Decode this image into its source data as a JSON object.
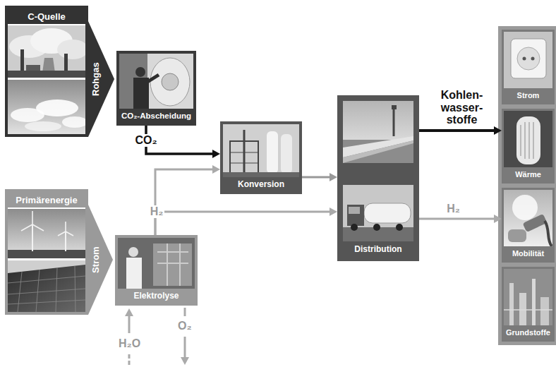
{
  "diagram": {
    "nodes": [
      {
        "text": [
          "C-Quelle"
        ]
      },
      {
        "text": [
          "CO₂-Abscheidung"
        ]
      },
      {
        "text": [
          "Konversion"
        ]
      },
      {
        "text": [
          "Distribution"
        ]
      },
      {
        "text": [
          "Primärenergie"
        ]
      },
      {
        "text": [
          "Elektrolyse"
        ]
      },
      {
        "text": [
          "Strom"
        ]
      },
      {
        "text": [
          "Wärme"
        ]
      },
      {
        "text": [
          "Mobilität"
        ]
      },
      {
        "text": [
          "Grundstoffe"
        ]
      }
    ],
    "edges": [
      {
        "from": 0,
        "to": 1,
        "label": "Rohgas",
        "arrow": "to"
      },
      {
        "from": 1,
        "to": 2,
        "label": "CO₂",
        "arrow": "to"
      },
      {
        "from": 4,
        "to": 5,
        "label": "Strom",
        "arrow": "to"
      },
      {
        "from": 5,
        "to": 2,
        "arrow": "to"
      },
      {
        "from": 5,
        "to": 3,
        "label": "H₂",
        "arrow": "to"
      },
      {
        "from": 2,
        "to": 3,
        "arrow": "to"
      },
      {
        "from": 3,
        "to": 7,
        "label": "Kohlen- wasser- stoffe",
        "arrow": "to"
      },
      {
        "from": 3,
        "to": 8,
        "label": "H₂",
        "arrow": "to"
      }
    ],
    "labels": [
      "H₂O",
      "O₂"
    ]
  }
}
